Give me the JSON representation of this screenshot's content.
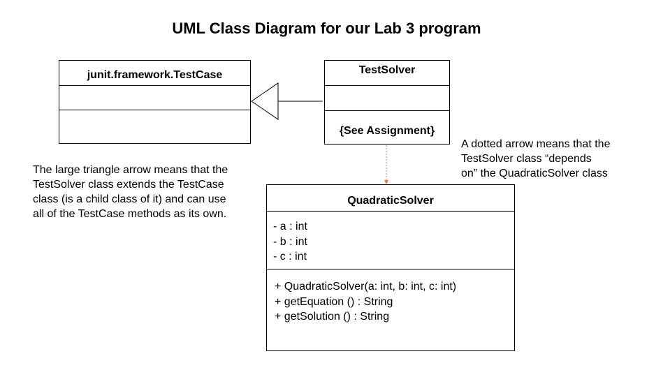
{
  "title": "UML Class Diagram for our Lab 3 program",
  "classes": {
    "testcase": {
      "name": "junit.framework.TestCase"
    },
    "testsolver": {
      "name": "TestSolver",
      "operations_note": "{See Assignment}"
    },
    "quadratic": {
      "name": "QuadraticSolver",
      "attributes": [
        "- a : int",
        "- b : int",
        "- c : int"
      ],
      "operations": [
        "+ QuadraticSolver(a: int, b: int, c: int)",
        "+ getEquation () : String",
        "+ getSolution () : String"
      ]
    }
  },
  "notes": {
    "inheritance": "The large triangle arrow means that the\nTestSolver class extends the TestCase\nclass (is a child class of it) and can use\nall of the TestCase methods as its own.",
    "dependency": "A dotted arrow means that the\nTestSolver class “depends\non” the QuadraticSolver class"
  },
  "colors": {
    "dependency_arrow": "#e8763a",
    "lines": "#000000"
  }
}
